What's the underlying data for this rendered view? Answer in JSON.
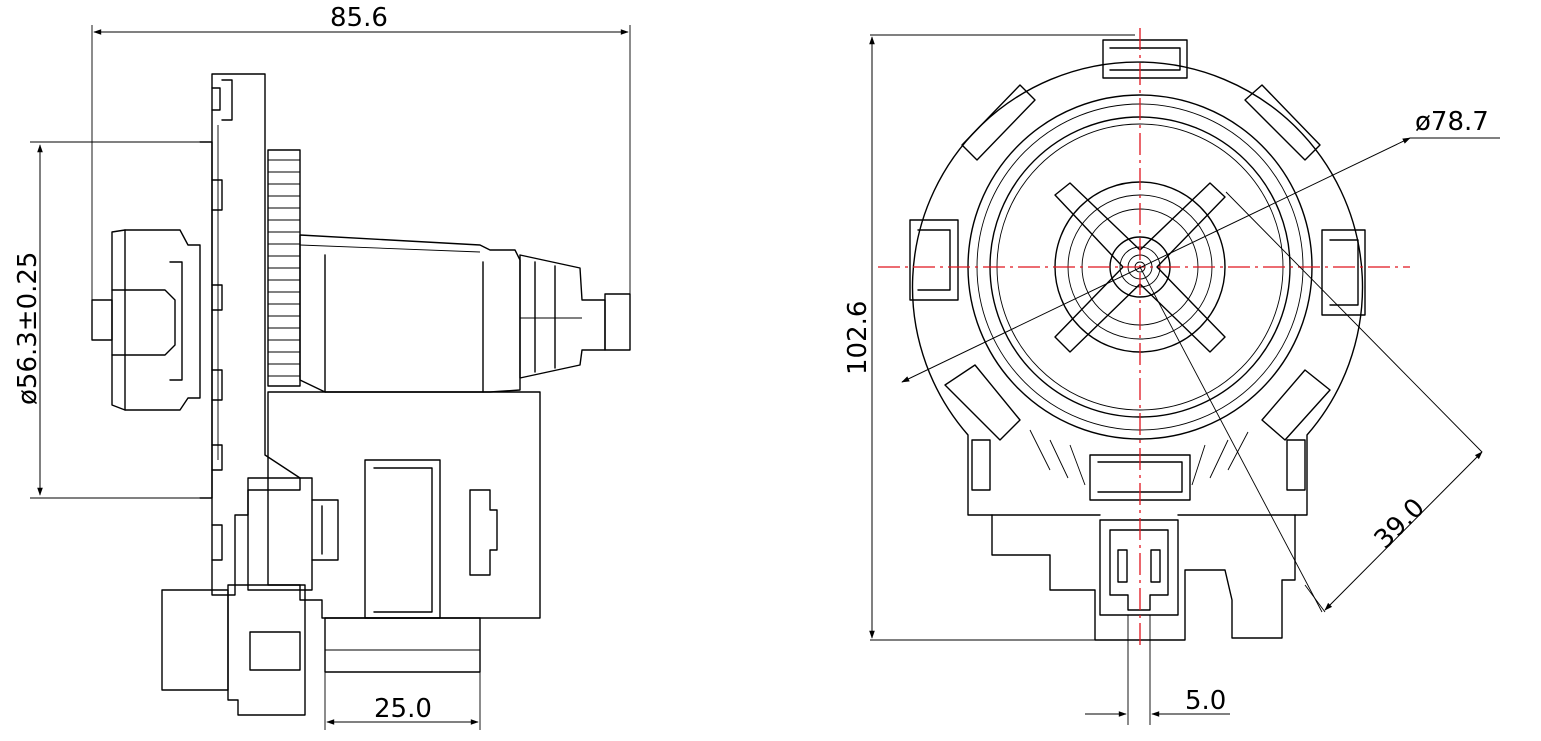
{
  "drawing": {
    "title": "",
    "side_view": {
      "overall_length": "85.6",
      "flange_diameter": "ø56.3±0.25",
      "outlet_width": "25.0"
    },
    "front_view": {
      "body_diameter": "ø78.7",
      "overall_height": "102.6",
      "radial_distance": "39.0",
      "terminal_width": "5.0"
    },
    "colors": {
      "line": "#000000",
      "centerline": "#e0141e",
      "background": "#ffffff"
    }
  }
}
